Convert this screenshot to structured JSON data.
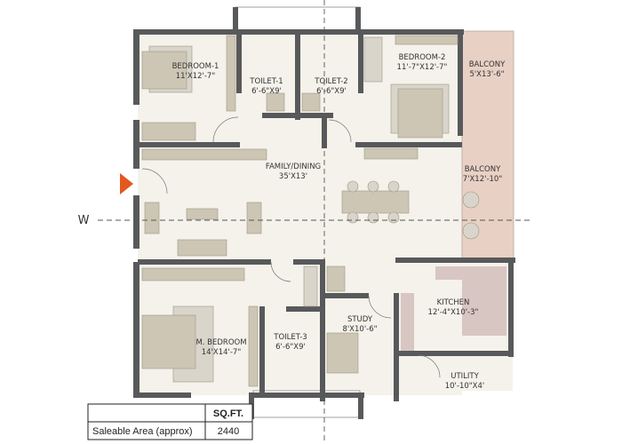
{
  "plan": {
    "direction_label": "W",
    "colors": {
      "wall": "#58595b",
      "floor": "#f4f2ea",
      "balcony": "#e9d0c5",
      "entrance_marker": "#e2581d",
      "kitchen_counter": "#d8c6c2"
    },
    "rooms": {
      "bedroom1": {
        "name": "BEDROOM-1",
        "size": "11'X12'-7\""
      },
      "toilet1": {
        "name": "TOILET-1",
        "size": "6'-6\"X9'"
      },
      "toilet2": {
        "name": "TOILET-2",
        "size": "6'-6\"X9'"
      },
      "bedroom2": {
        "name": "BEDROOM-2",
        "size": "11'-7\"X12'-7\""
      },
      "balcony1": {
        "name": "BALCONY",
        "size": "5'X13'-6\""
      },
      "family": {
        "name": "FAMILY/DINING",
        "size": "35'X13'"
      },
      "balcony2": {
        "name": "BALCONY",
        "size": "7'X12'-10\""
      },
      "kitchen": {
        "name": "KITCHEN",
        "size": "12'-4\"X10'-3\""
      },
      "study": {
        "name": "STUDY",
        "size": "8'X10'-6\""
      },
      "toilet3": {
        "name": "TOILET-3",
        "size": "6'-6\"X9'"
      },
      "mbedroom": {
        "name": "M. BEDROOM",
        "size": "14'X14'-7\""
      },
      "utility": {
        "name": "UTILITY",
        "size": "10'-10\"X4'"
      }
    }
  },
  "area_table": {
    "header": "SQ.FT.",
    "row_label": "Saleable Area (approx)",
    "row_value": "2440"
  }
}
